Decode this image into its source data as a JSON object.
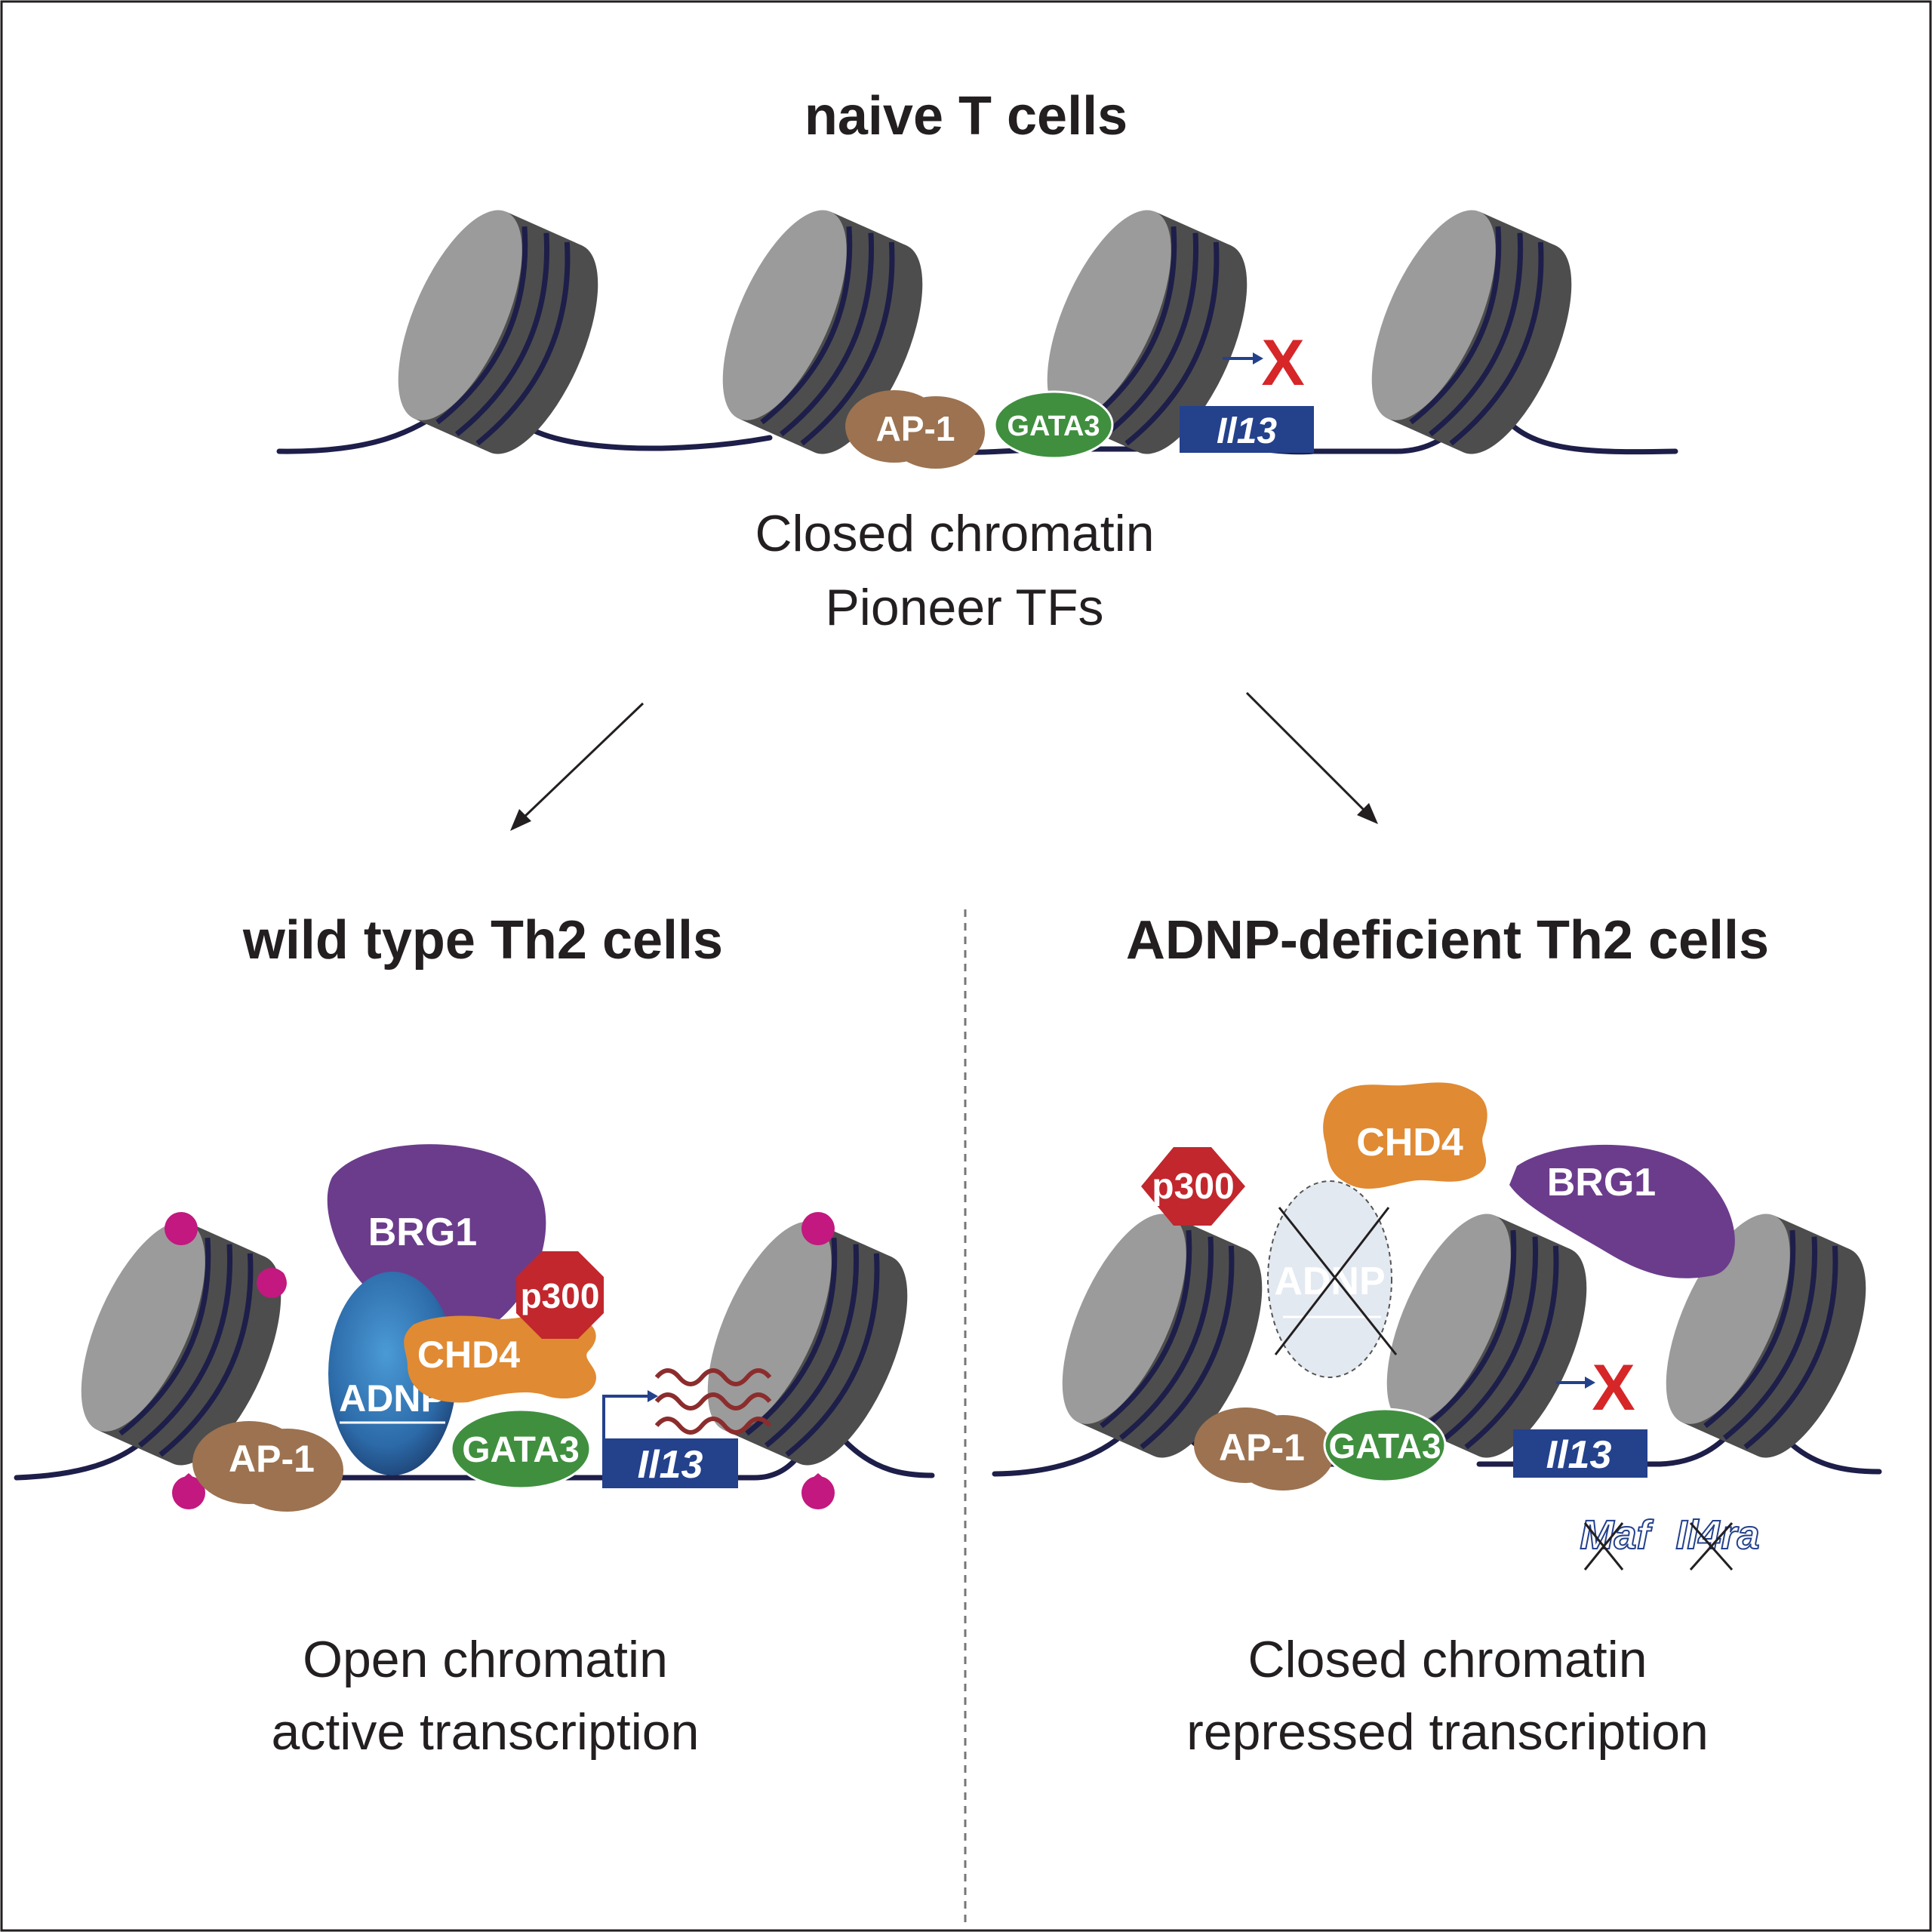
{
  "top": {
    "title": "naive T cells",
    "caption_line1": "Closed chromatin",
    "caption_line2": "Pioneer TFs"
  },
  "left_panel": {
    "title": "wild type Th2 cells",
    "caption_line1": "Open chromatin",
    "caption_line2": "active transcription"
  },
  "right_panel": {
    "title": "ADNP-deficient Th2 cells",
    "caption_line1": "Closed chromatin",
    "caption_line2": "repressed transcription"
  },
  "labels": {
    "ap1": "AP-1",
    "gata3": "GATA3",
    "gene": "Il13",
    "brg1": "BRG1",
    "p300": "p300",
    "chd4": "CHD4",
    "adnp": "ADNP",
    "repressed_mark": "X",
    "maf": "Maf",
    "il4ra": "Il4ra"
  },
  "colors": {
    "nucleosome_face": "#9b9b9b",
    "nucleosome_body": "#4d4d4d",
    "dna": "#1e1e4a",
    "ap1": "#9c7250",
    "gata3": "#3f8f3f",
    "gene_box": "#24418c",
    "brg1": "#6b3c8c",
    "p300": "#c1272d",
    "chd4": "#e08a33",
    "adnp": "#2f6fb3",
    "adnp_missing": "#e3e9f1",
    "histone_mark": "#c2187f",
    "transcript": "#8c2d2d",
    "repress_x": "#d62628"
  }
}
